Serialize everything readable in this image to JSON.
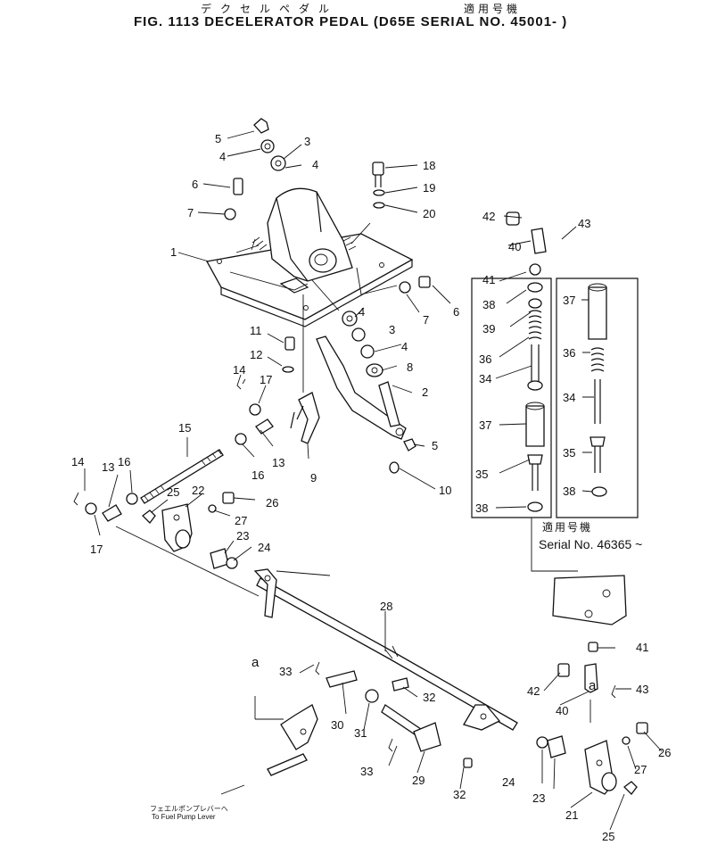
{
  "header": {
    "jp_title": "デクセルペダル",
    "jp_serial": "適用号機",
    "title": "FIG. 1113 DECELERATOR PEDAL (D65E SERIAL NO. 45001- )"
  },
  "callouts": [
    {
      "n": "5"
    },
    {
      "n": "4"
    },
    {
      "n": "3"
    },
    {
      "n": "4"
    },
    {
      "n": "6"
    },
    {
      "n": "7"
    },
    {
      "n": "1"
    },
    {
      "n": "18"
    },
    {
      "n": "19"
    },
    {
      "n": "20"
    },
    {
      "n": "7"
    },
    {
      "n": "6"
    },
    {
      "n": "4"
    },
    {
      "n": "3"
    },
    {
      "n": "4"
    },
    {
      "n": "8"
    },
    {
      "n": "11"
    },
    {
      "n": "12"
    },
    {
      "n": "14"
    },
    {
      "n": "17"
    },
    {
      "n": "2"
    },
    {
      "n": "5"
    },
    {
      "n": "13"
    },
    {
      "n": "9"
    },
    {
      "n": "16"
    },
    {
      "n": "10"
    },
    {
      "n": "15"
    },
    {
      "n": "14"
    },
    {
      "n": "13"
    },
    {
      "n": "16"
    },
    {
      "n": "17"
    },
    {
      "n": "25"
    },
    {
      "n": "22"
    },
    {
      "n": "26"
    },
    {
      "n": "27"
    },
    {
      "n": "23"
    },
    {
      "n": "24"
    },
    {
      "n": "28"
    },
    {
      "n": "42"
    },
    {
      "n": "43"
    },
    {
      "n": "40"
    },
    {
      "n": "41"
    },
    {
      "n": "38"
    },
    {
      "n": "39"
    },
    {
      "n": "36"
    },
    {
      "n": "34"
    },
    {
      "n": "37"
    },
    {
      "n": "35"
    },
    {
      "n": "38"
    },
    {
      "n": "37"
    },
    {
      "n": "36"
    },
    {
      "n": "34"
    },
    {
      "n": "35"
    },
    {
      "n": "38"
    },
    {
      "n": "33"
    },
    {
      "n": "32"
    },
    {
      "n": "30"
    },
    {
      "n": "31"
    },
    {
      "n": "33"
    },
    {
      "n": "29"
    },
    {
      "n": "32"
    },
    {
      "n": "41"
    },
    {
      "n": "42"
    },
    {
      "n": "43"
    },
    {
      "n": "40"
    },
    {
      "n": "26"
    },
    {
      "n": "27"
    },
    {
      "n": "24"
    },
    {
      "n": "23"
    },
    {
      "n": "21"
    },
    {
      "n": "25"
    }
  ],
  "ref_marks": [
    "a",
    "a"
  ],
  "serial_note": {
    "jp": "適用号機",
    "serial": "Serial No. 46365 ~"
  },
  "fuel_pump": {
    "jp": "フェエルポンプレバーへ",
    "en": "To Fuel Pump Lever"
  }
}
